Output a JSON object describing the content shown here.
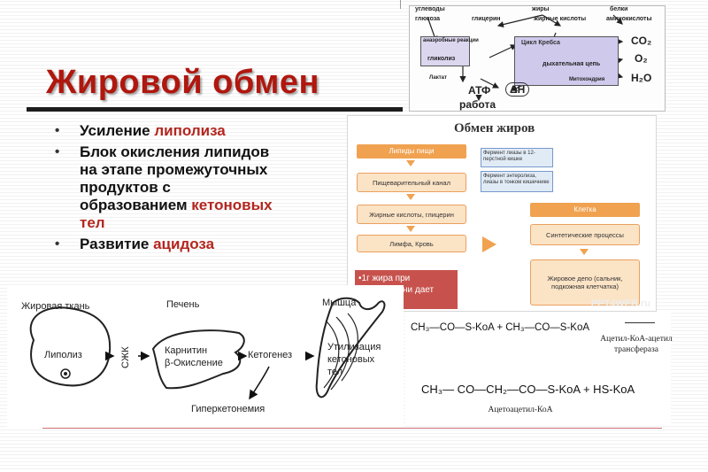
{
  "slide": {
    "title": "Жировой обмен",
    "bullets": [
      {
        "text": "Усиление ",
        "highlight": "липолиза"
      },
      {
        "text": "Блок окисления липидов на этапе промежуточных продуктов с образованием ",
        "highlight": "кетоновых тел"
      },
      {
        "text": "Развитие ",
        "highlight": "ацидоза"
      }
    ],
    "bullet_char": "•",
    "colors": {
      "title": "#b0170e",
      "highlight": "#b3261e",
      "flow_orange": "#f0a250",
      "red_box": "#c7524d"
    }
  },
  "scheme": {
    "top_labels": [
      "углеводы",
      "жиры",
      "белки"
    ],
    "sub_labels": [
      "глюкоза",
      "глицерин",
      "жирные кислоты",
      "аминокислоты"
    ],
    "box1": "анаэробные реакции",
    "box1_b": "гликолиз",
    "krebs": "Цикл Кребса",
    "chain": "дыхательная цепь",
    "mito": "Митохондрия",
    "lactate": "Лактат",
    "atf": "АТФ",
    "work": "работа",
    "dh": "ΔН",
    "co2": "CO₂",
    "o2": "O₂",
    "h2o": "H₂O"
  },
  "flow": {
    "title": "Обмен жиров",
    "food": "Липиды пищи",
    "canal": "Пищеварительный канал",
    "acids": "Жирные кислоты, глицерин",
    "lymph": "Лимфа, Кровь",
    "enzyme1": "Фермент лиазы в 12-перстной кишке",
    "enzyme2": "Фермент энтеролиза, лиазы в тонком кишечнике",
    "cell": "Клетка",
    "synth": "Синтетические процессы",
    "depot": "Жировое депо (сальник, подкожная клетчатка)",
    "red_note_1": "•1г жира при",
    "red_note_2": "ни дает",
    "watermark": "PPT4WEB.ru"
  },
  "pathway": {
    "tissue": "Жировая ткань",
    "liver": "Печень",
    "muscle": "Мышца",
    "lipolysis": "Липолиз",
    "sgzhk": "СЖК",
    "carnitine": "Карнитин",
    "beta_ox": "β-Окисление",
    "ketogen": "Кетогенез",
    "utilization_1": "Утилизация",
    "utilization_2": "кетоновых",
    "utilization_3": "тел",
    "hyper": "Гиперкетонемия"
  },
  "reaction": {
    "reactants": "CH₃—CO—S-KoA + CH₃—CO—S-KoA",
    "enzyme_1": "Ацетил-КоА-ацетил",
    "enzyme_2": "трансфераза",
    "product": "CH₃— CO—CH₂—CO—S-KoA + HS-KoA",
    "caption": "Ацетоацетил-КоА"
  }
}
